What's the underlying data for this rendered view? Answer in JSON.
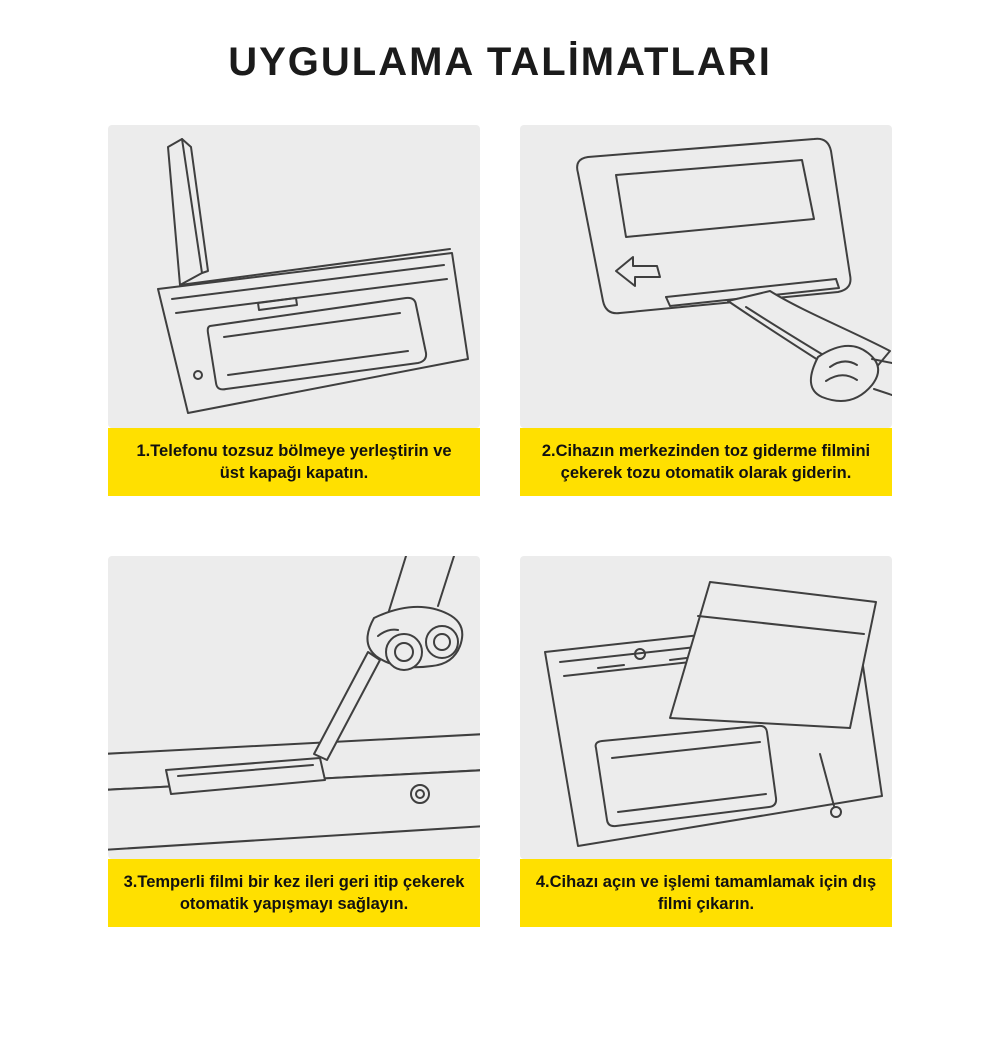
{
  "page": {
    "title": "UYGULAMA TALİMATLARI"
  },
  "colors": {
    "caption_bg": "#FFE000",
    "panel_bg": "#ECECEC",
    "line_art": "#3F3F3F",
    "title_text": "#1B1B1B",
    "background": "#FFFFFF"
  },
  "steps": [
    {
      "number": 1,
      "illustration": "open-device-phone-in-dust-free-compartment",
      "caption": "1.Telefonu tozsuz bölmeye yerleştirin ve üst kapağı kapatın."
    },
    {
      "number": 2,
      "illustration": "pulling-dust-removal-film-from-device-center",
      "caption": "2.Cihazın merkezinden toz giderme filmini çekerek tozu otomatik olarak giderin."
    },
    {
      "number": 3,
      "illustration": "push-pull-tempered-film-with-tool",
      "caption": "3.Temperli filmi bir kez ileri geri itip çekerek otomatik yapışmayı sağlayın."
    },
    {
      "number": 4,
      "illustration": "open-device-remove-outer-film",
      "caption": "4.Cihazı açın ve işlemi tamamlamak için dış filmi çıkarın."
    }
  ]
}
